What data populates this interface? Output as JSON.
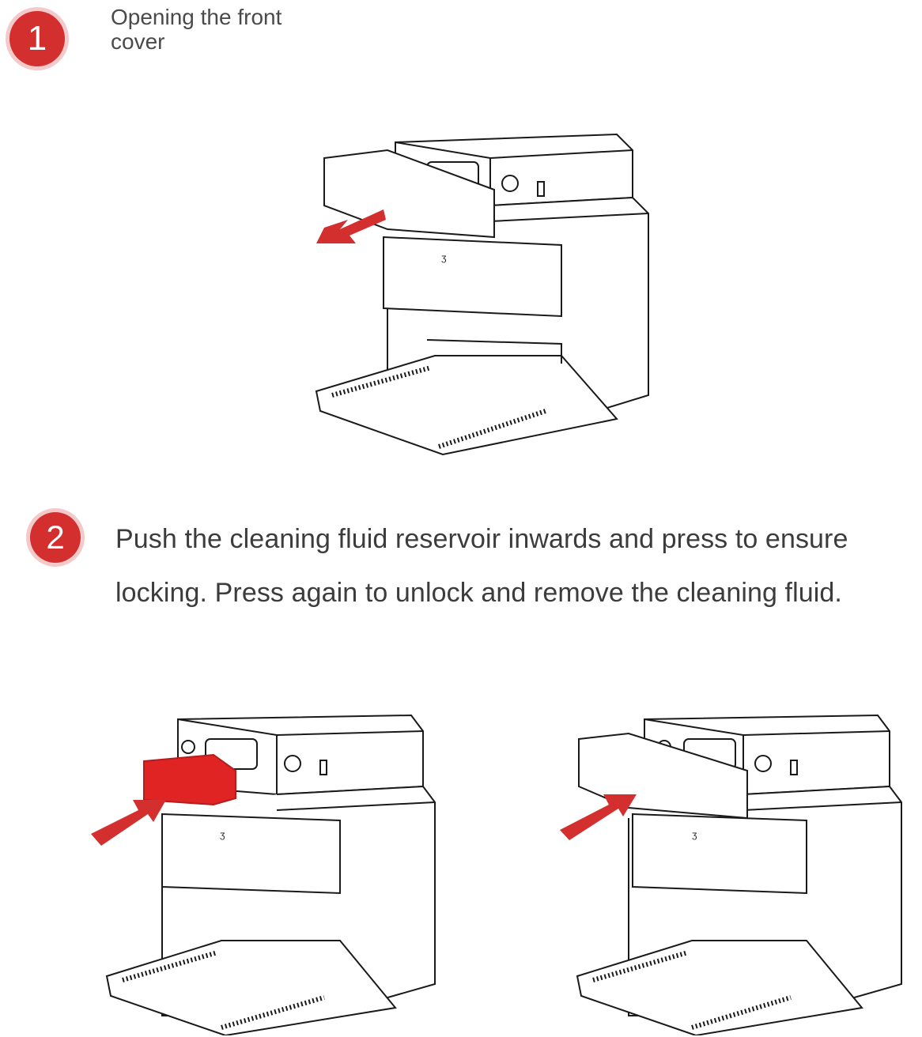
{
  "steps": [
    {
      "number": "1",
      "text": "Opening the front cover"
    },
    {
      "number": "2",
      "text": "Push the cleaning fluid reservoir inwards and press to ensure locking. Press again to unlock and remove the cleaning fluid."
    }
  ],
  "colors": {
    "accent": "#d32f2f",
    "line": "#1a1a1a"
  },
  "figures": [
    {
      "name": "station-cover-open",
      "arrow": "pull-out",
      "reservoir": false
    },
    {
      "name": "station-reservoir-push",
      "arrow": "push-in",
      "reservoir": true
    },
    {
      "name": "station-cover-push",
      "arrow": "push-in",
      "reservoir": false
    }
  ]
}
